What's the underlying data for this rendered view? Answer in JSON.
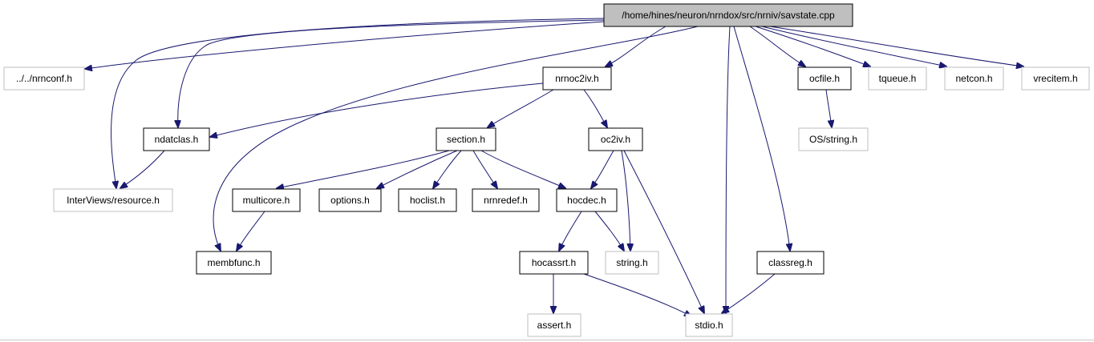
{
  "graph": {
    "colors": {
      "edge": "#191970",
      "root_fill": "#bfbfbf",
      "node_border_documented": "#000000",
      "node_border_external": "#bfbfbf",
      "node_fill": "#ffffff"
    },
    "nodes": [
      {
        "id": "savstate",
        "label": "/home/hines/neuron/nrndox/src/nrniv/savstate.cpp",
        "kind": "root"
      },
      {
        "id": "nrnconf",
        "label": "../../nrnconf.h",
        "kind": "external"
      },
      {
        "id": "nrnoc2iv",
        "label": "nrnoc2iv.h",
        "kind": "documented"
      },
      {
        "id": "ocfile",
        "label": "ocfile.h",
        "kind": "documented"
      },
      {
        "id": "tqueue",
        "label": "tqueue.h",
        "kind": "external"
      },
      {
        "id": "netcon",
        "label": "netcon.h",
        "kind": "external"
      },
      {
        "id": "vrecitem",
        "label": "vrecitem.h",
        "kind": "external"
      },
      {
        "id": "ndatclas",
        "label": "ndatclas.h",
        "kind": "documented"
      },
      {
        "id": "section",
        "label": "section.h",
        "kind": "documented"
      },
      {
        "id": "oc2iv",
        "label": "oc2iv.h",
        "kind": "documented"
      },
      {
        "id": "osstring",
        "label": "OS/string.h",
        "kind": "external"
      },
      {
        "id": "resource",
        "label": "InterViews/resource.h",
        "kind": "external"
      },
      {
        "id": "multicore",
        "label": "multicore.h",
        "kind": "documented"
      },
      {
        "id": "options",
        "label": "options.h",
        "kind": "documented"
      },
      {
        "id": "hoclist",
        "label": "hoclist.h",
        "kind": "documented"
      },
      {
        "id": "nrnredef",
        "label": "nrnredef.h",
        "kind": "documented"
      },
      {
        "id": "hocdec",
        "label": "hocdec.h",
        "kind": "documented"
      },
      {
        "id": "membfunc",
        "label": "membfunc.h",
        "kind": "documented"
      },
      {
        "id": "hocassrt",
        "label": "hocassrt.h",
        "kind": "documented"
      },
      {
        "id": "string",
        "label": "string.h",
        "kind": "external"
      },
      {
        "id": "classreg",
        "label": "classreg.h",
        "kind": "documented"
      },
      {
        "id": "assert",
        "label": "assert.h",
        "kind": "external"
      },
      {
        "id": "stdio",
        "label": "stdio.h",
        "kind": "external"
      }
    ],
    "edges": [
      {
        "from": "savstate",
        "to": "nrnconf"
      },
      {
        "from": "savstate",
        "to": "nrnoc2iv"
      },
      {
        "from": "savstate",
        "to": "ocfile"
      },
      {
        "from": "savstate",
        "to": "tqueue"
      },
      {
        "from": "savstate",
        "to": "netcon"
      },
      {
        "from": "savstate",
        "to": "vrecitem"
      },
      {
        "from": "savstate",
        "to": "ndatclas"
      },
      {
        "from": "savstate",
        "to": "resource"
      },
      {
        "from": "savstate",
        "to": "membfunc"
      },
      {
        "from": "savstate",
        "to": "stdio"
      },
      {
        "from": "savstate",
        "to": "classreg"
      },
      {
        "from": "nrnoc2iv",
        "to": "ndatclas"
      },
      {
        "from": "nrnoc2iv",
        "to": "section"
      },
      {
        "from": "nrnoc2iv",
        "to": "oc2iv"
      },
      {
        "from": "ndatclas",
        "to": "resource"
      },
      {
        "from": "section",
        "to": "multicore"
      },
      {
        "from": "section",
        "to": "options"
      },
      {
        "from": "section",
        "to": "hoclist"
      },
      {
        "from": "section",
        "to": "nrnredef"
      },
      {
        "from": "section",
        "to": "hocdec"
      },
      {
        "from": "oc2iv",
        "to": "hocdec"
      },
      {
        "from": "oc2iv",
        "to": "string"
      },
      {
        "from": "oc2iv",
        "to": "stdio"
      },
      {
        "from": "ocfile",
        "to": "osstring"
      },
      {
        "from": "multicore",
        "to": "membfunc"
      },
      {
        "from": "hocdec",
        "to": "hocassrt"
      },
      {
        "from": "hocdec",
        "to": "string"
      },
      {
        "from": "hocassrt",
        "to": "assert"
      },
      {
        "from": "hocassrt",
        "to": "stdio"
      },
      {
        "from": "classreg",
        "to": "stdio"
      }
    ]
  }
}
